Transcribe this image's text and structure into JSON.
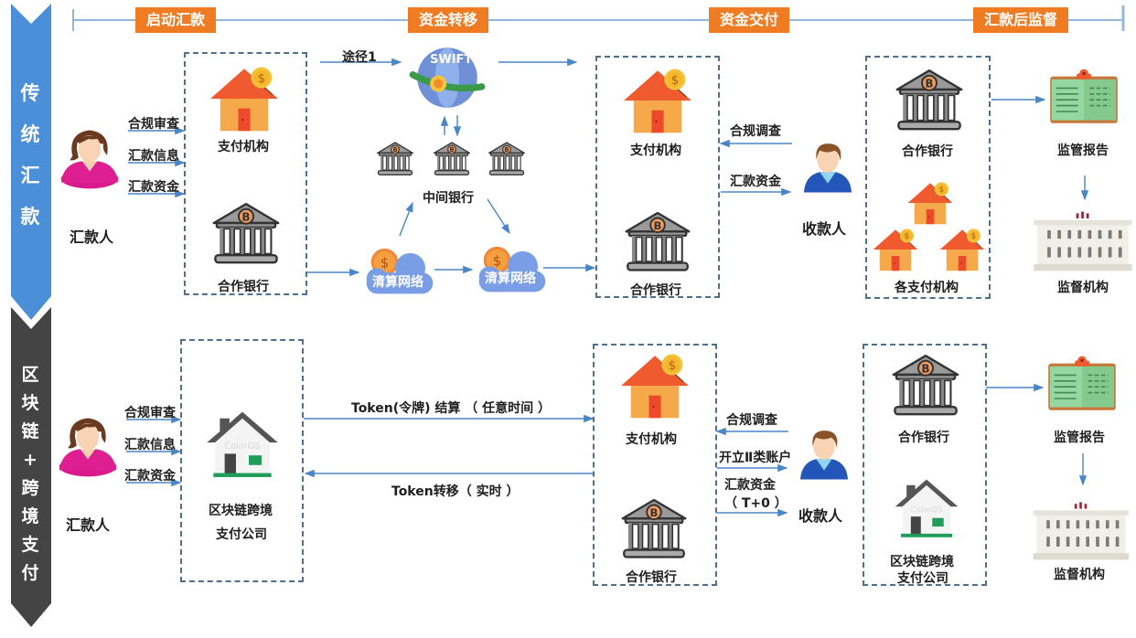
{
  "phases": [
    "启动汇款",
    "资金转移",
    "资金交付",
    "汇款后监督"
  ],
  "banners": {
    "traditional": [
      "传",
      "统",
      "汇",
      "款"
    ],
    "blockchain": [
      "区",
      "块",
      "链",
      "+",
      "跨",
      "境",
      "支",
      "付"
    ]
  },
  "colors": {
    "phase_bg": "#ef7b22",
    "banner_traditional": "#4a8fd8",
    "banner_blockchain": "#444444",
    "arrow": "#4a86c5",
    "dash": "#4f6f8f"
  },
  "traditional": {
    "sender_label": "汇款人",
    "sender_flows": [
      "合规审查",
      "汇款信息",
      "汇款资金"
    ],
    "origin_payment_institution": "支付机构",
    "origin_partner_bank": "合作银行",
    "route_label": "途径1",
    "swift_label": "SWIFT",
    "intermediary_banks": "中间银行",
    "clearing_network_1": "清算网络",
    "clearing_network_2": "清算网络",
    "dest_payment_institution": "支付机构",
    "dest_partner_bank": "合作银行",
    "receiver_flows": [
      "合规调查",
      "汇款资金"
    ],
    "receiver_label": "收款人",
    "post_partner_bank": "合作银行",
    "post_payment_institutions": "各支付机构",
    "report_label": "监管报告",
    "regulator_label": "监督机构"
  },
  "blockchain": {
    "sender_label": "汇款人",
    "sender_flows": [
      "合规审查",
      "汇款信息",
      "汇款资金"
    ],
    "company_label_1": "区块链跨境",
    "company_label_2": "支付公司",
    "logo_text": "ColorOS",
    "token_settle": "Token(令牌)  结算 （ 任意时间 ）",
    "token_transfer": "Token转移（ 实时 ）",
    "dest_payment_institution": "支付机构",
    "dest_partner_bank": "合作银行",
    "receiver_flows": [
      "合规调查",
      "开立Ⅱ类账户",
      "汇款资金",
      "（ T+0 ）"
    ],
    "receiver_label": "收款人",
    "post_partner_bank": "合作银行",
    "post_company_1": "区块链跨境",
    "post_company_2": "支付公司",
    "report_label": "监管报告",
    "regulator_label": "监督机构"
  }
}
